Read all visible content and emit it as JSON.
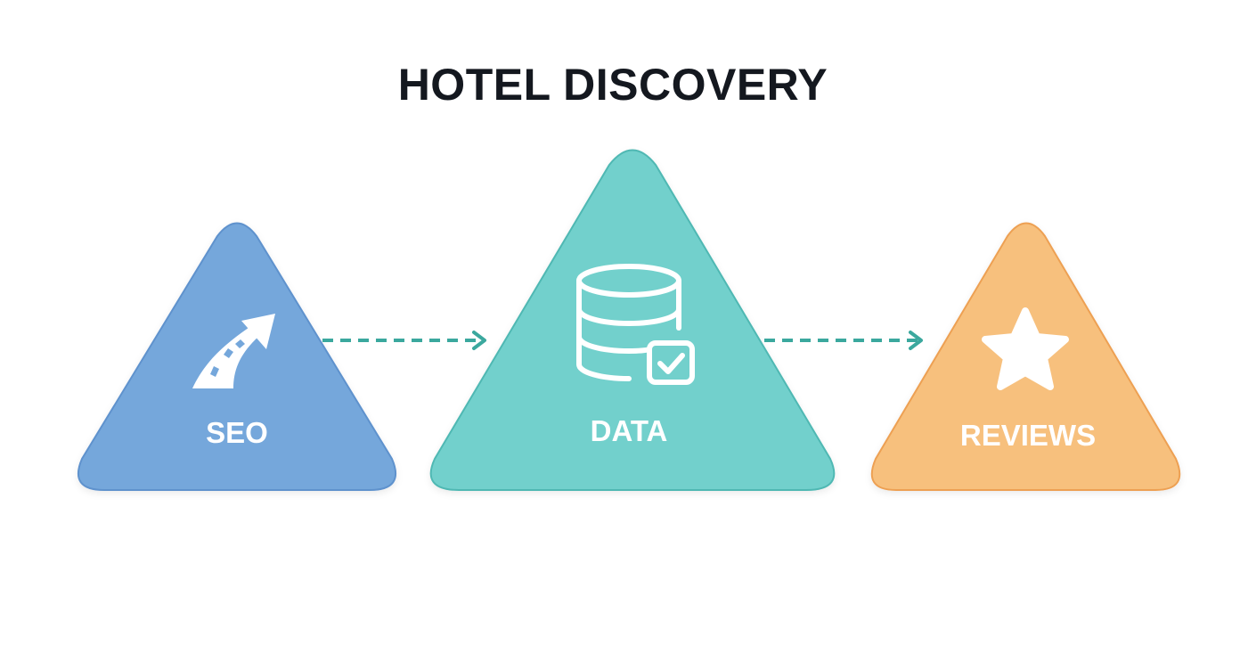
{
  "title": "HOTEL DISCOVERY",
  "nodes": [
    {
      "label": "SEO",
      "icon": "road-arrow-icon",
      "fill": "#75A7DB",
      "stroke": "#5E92CD"
    },
    {
      "label": "DATA",
      "icon": "database-check-icon",
      "fill": "#72D0CC",
      "stroke": "#4FB8B3"
    },
    {
      "label": "REVIEWS",
      "icon": "star-icon",
      "fill": "#F7C07D",
      "stroke": "#EDA052"
    }
  ],
  "arrow_color": "#3BA89E",
  "title_color": "#14181F"
}
